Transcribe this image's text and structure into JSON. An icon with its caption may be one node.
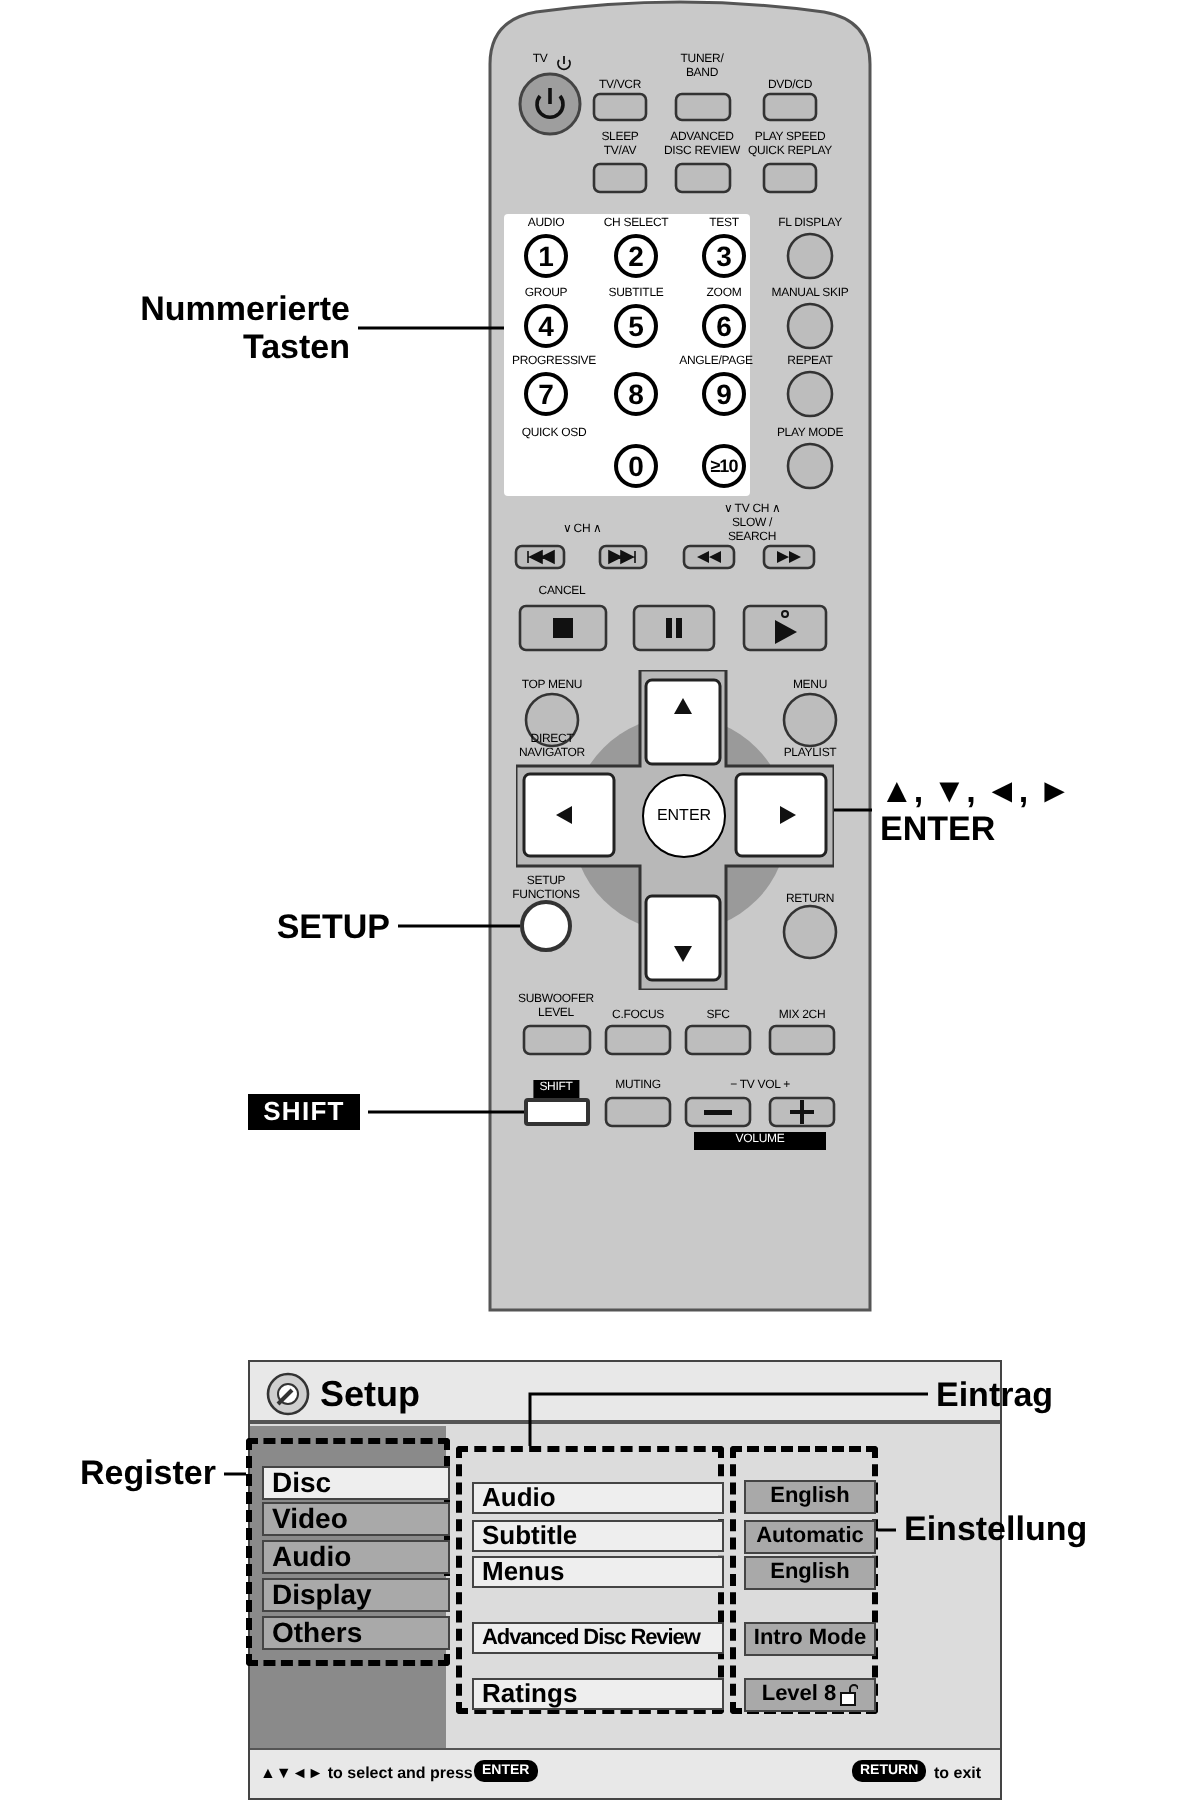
{
  "diagram": {
    "nodes": [
      {
        "text": [
          "Nummerierte Tasten"
        ]
      },
      {
        "text": [],
        "shape": "box"
      },
      {
        "text": [
          "1"
        ],
        "in": 1
      },
      {
        "text": [
          "2"
        ],
        "in": 1
      },
      {
        "text": [
          "3"
        ],
        "in": 1
      },
      {
        "text": [
          "4"
        ],
        "in": 1
      },
      {
        "text": [
          "5"
        ],
        "in": 1
      },
      {
        "text": [
          "6"
        ],
        "in": 1
      },
      {
        "text": [
          "7"
        ],
        "in": 1
      },
      {
        "text": [
          "8"
        ],
        "in": 1
      },
      {
        "text": [
          "9"
        ],
        "in": 1
      },
      {
        "text": [
          "0"
        ],
        "in": 1
      },
      {
        "text": [
          "≥10"
        ],
        "in": 1
      },
      {
        "text": [
          "▲, ▼, ◄, ► ENTER"
        ]
      },
      {
        "text": [],
        "shape": "cross"
      },
      {
        "text": [
          "ENTER"
        ],
        "in": 14
      },
      {
        "text": [
          "SETUP"
        ]
      },
      {
        "text": [],
        "shape": "circle"
      },
      {
        "text": [
          "SHIFT"
        ]
      },
      {
        "text": [],
        "shape": "box"
      },
      {
        "text": [
          "Register"
        ]
      },
      {
        "text": [],
        "shape": "box"
      },
      {
        "text": [
          "Disc"
        ],
        "in": 21
      },
      {
        "text": [
          "Video"
        ],
        "in": 21
      },
      {
        "text": [
          "Audio"
        ],
        "in": 21
      },
      {
        "text": [
          "Display"
        ],
        "in": 21
      },
      {
        "text": [
          "Others"
        ],
        "in": 21
      },
      {
        "text": [
          "Eintrag"
        ]
      },
      {
        "text": [],
        "shape": "box"
      },
      {
        "text": [
          "Audio"
        ],
        "in": 28
      },
      {
        "text": [
          "Subtitle"
        ],
        "in": 28
      },
      {
        "text": [
          "Menus"
        ],
        "in": 28
      },
      {
        "text": [
          "Advanced Disc Review"
        ],
        "in": 28
      },
      {
        "text": [
          "Ratings"
        ],
        "in": 28
      },
      {
        "text": [
          "Einstellung"
        ]
      },
      {
        "text": [],
        "shape": "box"
      },
      {
        "text": [
          "English"
        ],
        "in": 35
      },
      {
        "text": [
          "Automatic"
        ],
        "in": 35
      },
      {
        "text": [
          "English"
        ],
        "in": 35
      },
      {
        "text": [
          "Intro Mode"
        ],
        "in": 35
      },
      {
        "text": [
          "Level 8"
        ],
        "in": 35
      }
    ],
    "edges": [
      {
        "from": 0,
        "to": 1,
        "arrow": "none"
      },
      {
        "from": 13,
        "to": 14,
        "arrow": "none"
      },
      {
        "from": 16,
        "to": 17,
        "arrow": "none"
      },
      {
        "from": 18,
        "to": 19,
        "arrow": "none"
      },
      {
        "from": 20,
        "to": 21,
        "arrow": "none"
      },
      {
        "from": 27,
        "to": 28,
        "arrow": "none"
      },
      {
        "from": 34,
        "to": 35,
        "arrow": "none"
      }
    ],
    "labels": [
      "TV",
      "TV/VCR",
      "TUNER/ BAND",
      "DVD/CD",
      "SLEEP TV/AV",
      "ADVANCED DISC REVIEW",
      "PLAY SPEED QUICK REPLAY",
      "AUDIO",
      "CH SELECT",
      "TEST",
      "FL DISPLAY",
      "GROUP",
      "SUBTITLE",
      "ZOOM",
      "MANUAL SKIP",
      "PROGRESSIVE",
      "ANGLE/PAGE",
      "REPEAT",
      "QUICK OSD",
      "PLAY MODE",
      "∨ CH ∧",
      "∨ TV CH ∧ SLOW / SEARCH",
      "CANCEL",
      "TOP MENU",
      "MENU",
      "DIRECT NAVIGATOR",
      "PLAYLIST",
      "SETUP FUNCTIONS",
      "RETURN",
      "SUBWOOFER LEVEL",
      "C.FOCUS",
      "SFC",
      "MIX 2CH",
      "SHIFT",
      "MUTING",
      "− TV VOL +",
      "VOLUME",
      "Setup",
      "▲▼◄► to select and press",
      "ENTER",
      "RETURN",
      "to exit"
    ]
  }
}
